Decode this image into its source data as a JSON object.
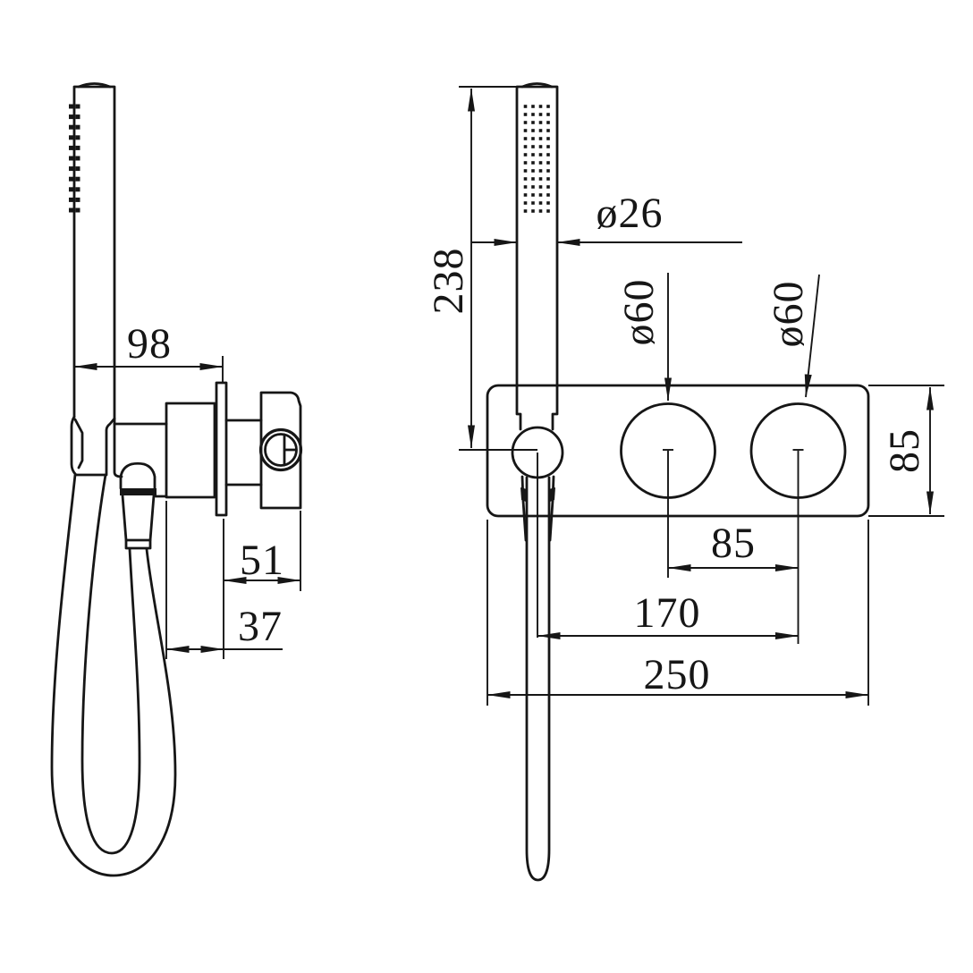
{
  "drawing": {
    "background": "#ffffff",
    "line_color": "#161616",
    "dimension_labels": {
      "hand_shower_offset": "98",
      "valve_body_depth": "51",
      "trim_projection": "37",
      "hand_shower_length": "238",
      "hand_shower_diameter": "ø26",
      "knob_diameter_left": "ø60",
      "knob_diameter_right": "ø60",
      "plate_height": "85",
      "knob_spacing": "85",
      "outlet_to_knob_spacing": "170",
      "plate_width": "250"
    }
  }
}
